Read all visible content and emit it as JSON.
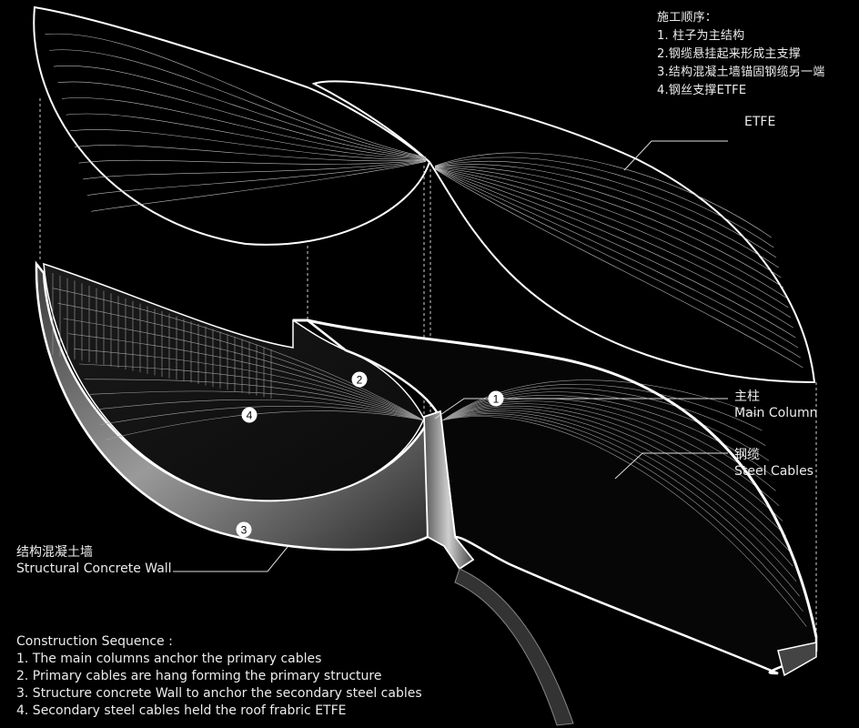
{
  "sequence_cn": {
    "title": "施工顺序：",
    "steps": [
      "1. 柱子为主结构",
      "2.钢缆悬挂起来形成主支撑",
      "3.结构混凝土墙锚固钢缆另一端",
      "4.钢丝支撑ETFE"
    ]
  },
  "sequence_en": {
    "title": "Construction Sequence :",
    "steps": [
      "1. The main columns anchor the primary cables",
      "2. Primary cables are hang forming the primary structure",
      "3. Structure concrete Wall to anchor the secondary steel cables",
      "4. Secondary steel cables held the roof frabric ETFE"
    ]
  },
  "labels": {
    "etfe": "ETFE",
    "main_column": {
      "cn": "主柱",
      "en": "Main Column"
    },
    "steel_cables": {
      "cn": "钢缆",
      "en": "Steel Cables"
    },
    "concrete_wall": {
      "cn": "结构混凝土墙",
      "en": "Structural Concrete Wall"
    }
  },
  "markers": [
    "1",
    "2",
    "3",
    "4"
  ],
  "colors": {
    "background": "#000000",
    "line": "#ffffff",
    "text": "#ececec"
  }
}
